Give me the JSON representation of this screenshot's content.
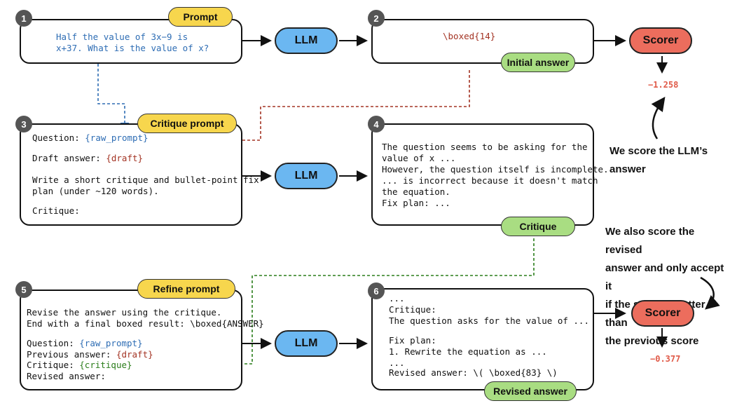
{
  "steps": {
    "s1": {
      "number": "1",
      "label": "Prompt",
      "text": [
        "Half the value of 3x−9 is",
        "x+37. What is the value of x?"
      ]
    },
    "s2": {
      "number": "2",
      "label": "Initial answer",
      "text": "\\boxed{14}"
    },
    "s3": {
      "number": "3",
      "label": "Critique prompt",
      "line1_prefix": "Question: ",
      "line1_var": "{raw_prompt}",
      "line2_prefix": "Draft answer: ",
      "line2_var": "{draft}",
      "line3": "Write a short critique and bullet-point fix",
      "line4": "plan (under ~120 words).",
      "line5": "Critique:"
    },
    "s4": {
      "number": "4",
      "label": "Critique",
      "text": [
        "The question seems to be asking for the",
        "value of x ...",
        "However, the question itself is incomplete.",
        "... is incorrect because it doesn't match",
        "the equation.",
        "",
        "Fix plan: ..."
      ]
    },
    "s5": {
      "number": "5",
      "label": "Refine prompt",
      "line1": "Revise the answer using the critique.",
      "line2": "End with a final boxed result: \\boxed{ANSWER}",
      "line3_prefix": "Question: ",
      "line3_var": "{raw_prompt}",
      "line4_prefix": "Previous answer: ",
      "line4_var": "{draft}",
      "line5_prefix": "Critique: ",
      "line5_var": "{critique}",
      "line6": "Revised answer:"
    },
    "s6": {
      "number": "6",
      "label": "Revised answer",
      "text": [
        "...",
        "Critique:",
        "The question asks for the value of ...",
        "",
        "Fix plan:",
        "1. Rewrite the equation as ...",
        "...",
        "Revised answer: \\( \\boxed{83} \\)"
      ]
    }
  },
  "llm_label": "LLM",
  "scorer_label": "Scorer",
  "scores": {
    "first": "−1.258",
    "second": "−0.377"
  },
  "notes": {
    "first": [
      "We score the LLM’s",
      "answer"
    ],
    "second": [
      "We also score the revised",
      "answer and only accept it",
      "if the score is better than",
      "the previous score"
    ]
  },
  "colors": {
    "llm": "#6bb7f1",
    "scorer": "#ec6d5d",
    "prompt_pill": "#f7d64d",
    "answer_pill": "#a9dd82",
    "blue_var": "#2e6db4",
    "red_var": "#a33323",
    "green_var": "#2a7d1a"
  }
}
